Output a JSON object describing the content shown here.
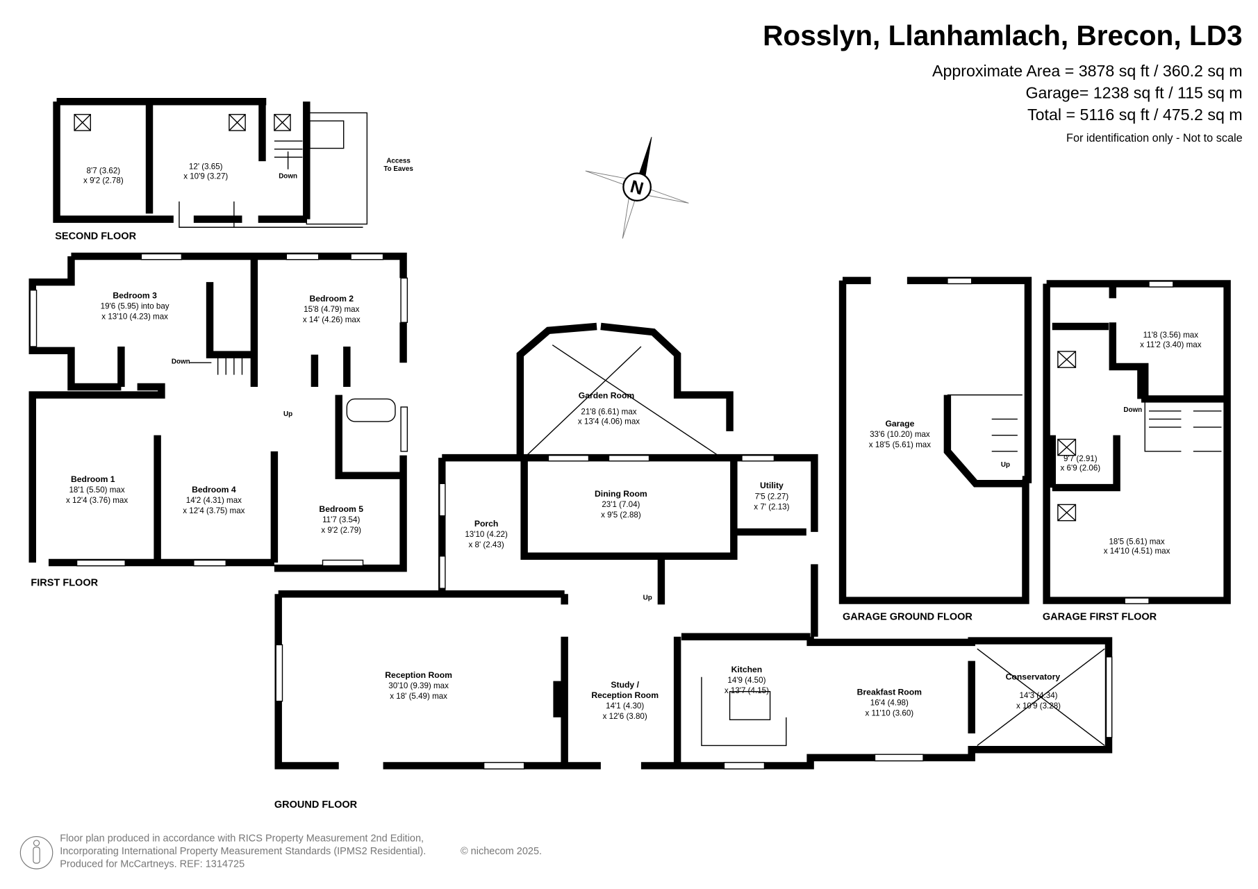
{
  "header": {
    "title": "Rosslyn, Llanhamlach, Brecon, LD3",
    "area_lines": [
      "Approximate Area = 3878 sq ft / 360.2 sq m",
      "Garage= 1238 sq ft / 115 sq m",
      "Total = 5116 sq ft / 475.2 sq m"
    ],
    "note": "For identification only - Not to scale"
  },
  "compass": {
    "label": "N"
  },
  "floors": {
    "second": "SECOND FLOOR",
    "first": "FIRST FLOOR",
    "ground": "GROUND FLOOR",
    "garage_ground": "GARAGE GROUND FLOOR",
    "garage_first": "GARAGE FIRST FLOOR"
  },
  "second_floor": {
    "room_a": {
      "d1": "8'7 (3.62)",
      "d2": "x 9'2 (2.78)"
    },
    "room_b": {
      "d1": "12' (3.65)",
      "d2": "x 10'9 (3.27)"
    },
    "down": "Down",
    "eaves": [
      "Access",
      "To Eaves"
    ]
  },
  "first_floor": {
    "bedroom3": {
      "name": "Bedroom 3",
      "d1": "19'6 (5.95) into bay",
      "d2": "x 13'10 (4.23) max"
    },
    "bedroom2": {
      "name": "Bedroom 2",
      "d1": "15'8 (4.79) max",
      "d2": "x 14' (4.26) max"
    },
    "bedroom1": {
      "name": "Bedroom 1",
      "d1": "18'1 (5.50) max",
      "d2": "x 12'4 (3.76) max"
    },
    "bedroom4": {
      "name": "Bedroom 4",
      "d1": "14'2 (4.31) max",
      "d2": "x 12'4 (3.75) max"
    },
    "bedroom5": {
      "name": "Bedroom 5",
      "d1": "11'7 (3.54)",
      "d2": "x 9'2 (2.79)"
    },
    "down": "Down",
    "up": "Up"
  },
  "ground_floor": {
    "garden": {
      "name": "Garden Room",
      "d1": "21'8 (6.61) max",
      "d2": "x 13'4 (4.06) max"
    },
    "dining": {
      "name": "Dining Room",
      "d1": "23'1 (7.04)",
      "d2": "x 9'5 (2.88)"
    },
    "utility": {
      "name": "Utility",
      "d1": "7'5 (2.27)",
      "d2": "x 7' (2.13)"
    },
    "porch": {
      "name": "Porch",
      "d1": "13'10 (4.22)",
      "d2": "x 8' (2.43)"
    },
    "reception": {
      "name": "Reception Room",
      "d1": "30'10 (9.39) max",
      "d2": "x 18' (5.49) max"
    },
    "study": {
      "name": "Study /",
      "name2": "Reception Room",
      "d1": "14'1 (4.30)",
      "d2": "x 12'6 (3.80)"
    },
    "kitchen": {
      "name": "Kitchen",
      "d1": "14'9 (4.50)",
      "d2": "x 13'7 (4.15)"
    },
    "breakfast": {
      "name": "Breakfast Room",
      "d1": "16'4 (4.98)",
      "d2": "x 11'10 (3.60)"
    },
    "conservatory": {
      "name": "Conservatory",
      "d1": "14'3 (4.34)",
      "d2": "x 10'9 (3.28)"
    },
    "up": "Up"
  },
  "garage_ground": {
    "garage": {
      "name": "Garage",
      "d1": "33'6 (10.20) max",
      "d2": "x 18'5 (5.61) max"
    },
    "up": "Up"
  },
  "garage_first": {
    "room_a": {
      "d1": "11'8 (3.56) max",
      "d2": "x 11'2 (3.40) max"
    },
    "room_b": {
      "d1": "9'7 (2.91)",
      "d2": "x 6'9 (2.06)"
    },
    "room_c": {
      "d1": "18'5 (5.61) max",
      "d2": "x 14'10 (4.51) max"
    },
    "down": "Down"
  },
  "footer": {
    "lines": [
      "Floor plan produced in accordance with RICS Property Measurement 2nd Edition,",
      "Incorporating International Property Measurement Standards (IPMS2 Residential).",
      "Produced for McCartneys.   REF: 1314725"
    ],
    "copyright": "© nichecom 2025."
  }
}
